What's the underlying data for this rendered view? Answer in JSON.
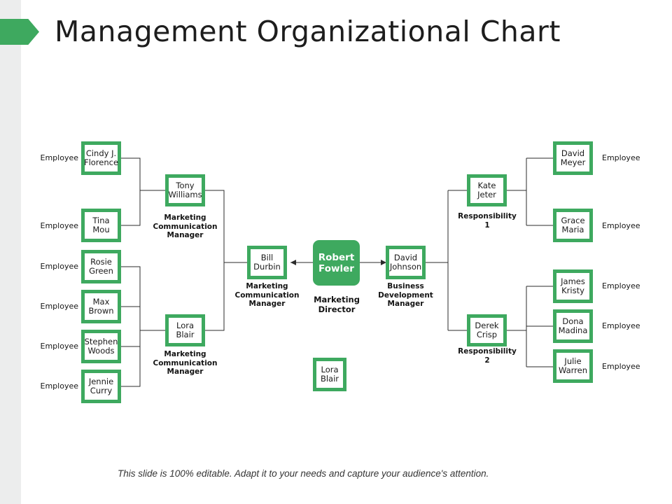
{
  "title": "Management Organizational Chart",
  "footer": "This slide is 100% editable. Adapt it to your needs and capture your audience's attention.",
  "colors": {
    "accent": "#3ea95f",
    "text": "#1a1a1a",
    "edge_strip": "#eceded"
  },
  "labels": {
    "employee": "Employee",
    "marketing_communication_manager": "Marketing\nCommunication\nManager",
    "marketing_director": "Marketing\nDirector",
    "business_development_manager": "Business\nDevelopment\nManager",
    "responsibility_1": "Responsibility\n1",
    "responsibility_2": "Responsibility\n2"
  },
  "nodes": {
    "root": {
      "name": "Robert\nFowler",
      "caption": "Marketing\nDirector"
    },
    "left_manager_1": {
      "name": "Bill\nDurbin",
      "caption": "Marketing\nCommunication\nManager"
    },
    "right_manager_1": {
      "name": "David\nJohnson",
      "caption": "Business\nDevelopment\nManager"
    },
    "sub_left_1": {
      "name": "Tony\nWilliams",
      "caption": "Marketing\nCommunication\nManager"
    },
    "sub_left_2": {
      "name": "Lora\nBlair",
      "caption": "Marketing\nCommunication\nManager"
    },
    "sub_right_1": {
      "name": "Kate\nJeter",
      "caption": "Responsibility\n1"
    },
    "sub_right_2": {
      "name": "Derek\nCrisp",
      "caption": "Responsibility\n2"
    },
    "extra": {
      "name": "Lora\nBlair",
      "caption": ""
    }
  },
  "left_employees": [
    {
      "name": "Cindy J.\nFlorence",
      "label": "Employee"
    },
    {
      "name": "Tina\nMou",
      "label": "Employee"
    },
    {
      "name": "Rosie\nGreen",
      "label": "Employee"
    },
    {
      "name": "Max\nBrown",
      "label": "Employee"
    },
    {
      "name": "Stephen\nWoods",
      "label": "Employee"
    },
    {
      "name": "Jennie\nCurry",
      "label": "Employee"
    }
  ],
  "right_employees": [
    {
      "name": "David\nMeyer",
      "label": "Employee"
    },
    {
      "name": "Grace\nMaria",
      "label": "Employee"
    },
    {
      "name": "James\nKristy",
      "label": "Employee"
    },
    {
      "name": "Dona\nMadina",
      "label": "Employee"
    },
    {
      "name": "Julie\nWarren",
      "label": "Employee"
    }
  ]
}
